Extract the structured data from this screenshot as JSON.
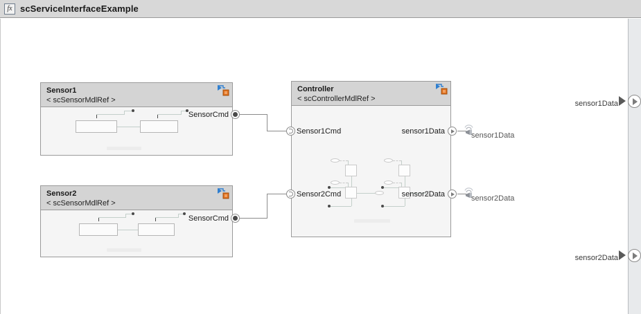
{
  "window": {
    "title": "scServiceInterfaceExample",
    "icon": "fx-icon",
    "icon_glyph": "fx"
  },
  "colors": {
    "titlebar_bg": "#d8d8d8",
    "canvas_bg": "#ffffff",
    "block_header_bg": "#d4d4d4",
    "block_body_bg": "#f5f5f5",
    "block_border": "#9a9a9a",
    "wire": "#8b8b8b",
    "badge_arrow": "#2f7fd0",
    "badge_square": "#e2701c",
    "gutter_bg": "#e8eaec"
  },
  "blocks": [
    {
      "id": "sensor1",
      "name": "Sensor1",
      "reference": "< scSensorMdlRef >",
      "badge": "model-reference-badge-icon",
      "outputs": [
        {
          "name": "SensorCmd",
          "port_type": "event-port"
        }
      ]
    },
    {
      "id": "sensor2",
      "name": "Sensor2",
      "reference": "< scSensorMdlRef >",
      "badge": "model-reference-badge-icon",
      "outputs": [
        {
          "name": "SensorCmd",
          "port_type": "event-port"
        }
      ]
    },
    {
      "id": "controller",
      "name": "Controller",
      "reference": "< scControllerMdlRef >",
      "badge": "model-reference-badge-icon",
      "inputs": [
        {
          "name": "Sensor1Cmd",
          "port_type": "service-input-port"
        },
        {
          "name": "Sensor2Cmd",
          "port_type": "service-input-port"
        }
      ],
      "outputs": [
        {
          "name": "sensor1Data",
          "port_type": "outport"
        },
        {
          "name": "sensor2Data",
          "port_type": "outport"
        }
      ]
    }
  ],
  "service_interfaces": [
    {
      "label": "sensor1Data",
      "icon": "broadcast-icon"
    },
    {
      "label": "sensor2Data",
      "icon": "broadcast-icon"
    }
  ],
  "canvas_outports": [
    {
      "label": "sensor1Data",
      "icon": "outport-icon"
    },
    {
      "label": "sensor2Data",
      "icon": "outport-icon"
    }
  ]
}
